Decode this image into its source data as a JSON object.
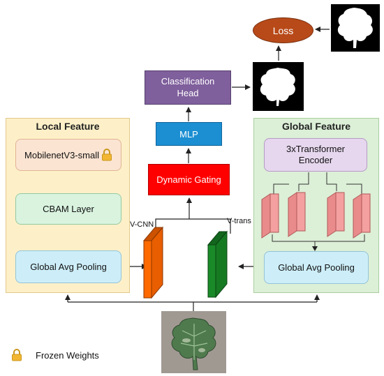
{
  "panels": {
    "local": {
      "title": "Local Feature"
    },
    "global": {
      "title": "Global Feature"
    }
  },
  "local": {
    "mobilenet": "MobilenetV3-small",
    "cbam": "CBAM Layer",
    "pooling": "Global Avg Pooling"
  },
  "global": {
    "transformer_line1": "3xTransformer",
    "transformer_line2": "Encoder",
    "pooling": "Global Avg Pooling"
  },
  "vectors": {
    "cnn": "V-CNN",
    "trans": "V-trans"
  },
  "fusion": {
    "gating": "Dynamic Gating",
    "mlp": "MLP",
    "head_line1": "Classification",
    "head_line2": "Head",
    "loss": "Loss"
  },
  "legend": {
    "icon": "lock-icon",
    "text": "Frozen Weights"
  },
  "colors": {
    "local_panel": "#fdf0c8",
    "global_panel": "#dcefd7",
    "gating": "#ff0000",
    "mlp": "#1b8fd2",
    "head": "#7f5f9c",
    "loss": "#b84a19",
    "v_cnn": "#ff6a00",
    "v_trans": "#1a8a28",
    "transformer_block": "#f4a0a0"
  }
}
